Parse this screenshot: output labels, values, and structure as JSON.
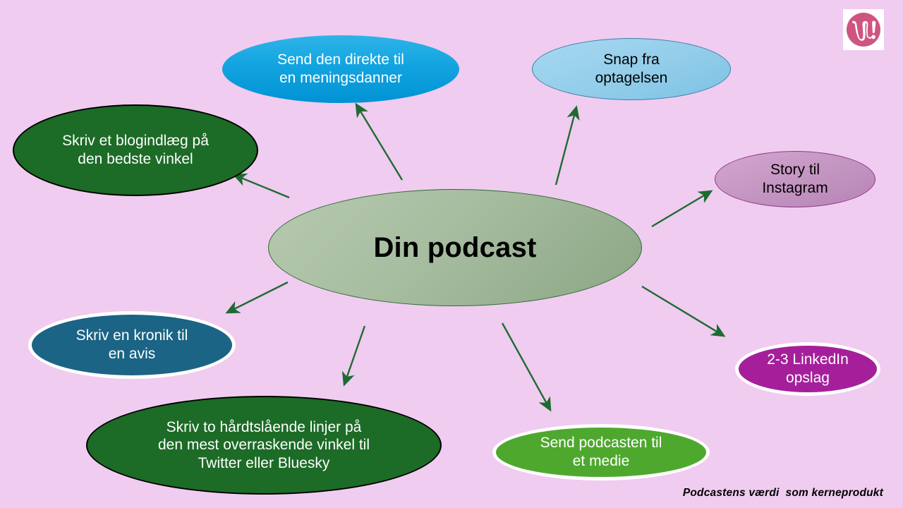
{
  "slide": {
    "background_color": "#f0ccf0",
    "caption": "Podcastens værdi  som kerneprodukt",
    "logo_alt": "W!"
  },
  "center": {
    "label": "Din podcast",
    "fill": "#a7bda0",
    "text_color": "#000000"
  },
  "nodes": [
    {
      "id": "blog",
      "label": "Skriv et blogindlæg på\nden bedste vinkel",
      "fill": "#1c6b26",
      "text_color": "#ffffff",
      "border": "#000000"
    },
    {
      "id": "meningsdanner",
      "label": "Send den direkte til\nen meningsdanner",
      "fill": "#12a4e0",
      "text_color": "#ffffff",
      "border": "none"
    },
    {
      "id": "snap",
      "label": "Snap fra\noptagelsen",
      "fill": "#92cdea",
      "text_color": "#000000",
      "border": "#3f7fa8"
    },
    {
      "id": "instagram",
      "label": "Story til\nInstagram",
      "fill": "#c294c0",
      "text_color": "#000000",
      "border": "#8e3a86"
    },
    {
      "id": "linkedin",
      "label": "2-3 LinkedIn\nopslag",
      "fill": "#a51f9b",
      "text_color": "#ffffff",
      "border": "#ffffff"
    },
    {
      "id": "medie",
      "label": "Send podcasten til\net medie",
      "fill": "#4fa82e",
      "text_color": "#ffffff",
      "border": "#ffffff"
    },
    {
      "id": "twitter",
      "label": "Skriv to hårdtslående linjer på\nden mest overraskende vinkel til\nTwitter eller Bluesky",
      "fill": "#1c6b26",
      "text_color": "#ffffff",
      "border": "#000000"
    },
    {
      "id": "kronik",
      "label": "Skriv en kronik til\nen avis",
      "fill": "#1b6485",
      "text_color": "#ffffff",
      "border": "#ffffff"
    }
  ],
  "arrows": {
    "color": "#1e6b31",
    "count": 8
  }
}
